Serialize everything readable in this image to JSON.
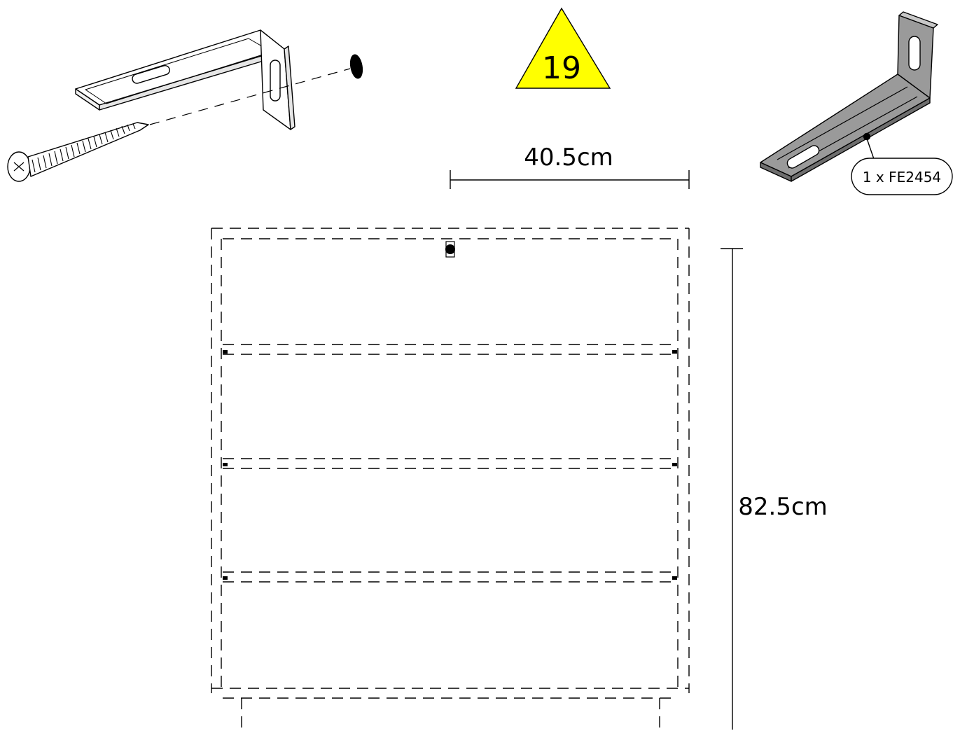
{
  "step": {
    "number": "19",
    "badge_color": "#ffff00"
  },
  "part": {
    "label": "1 x FE2454",
    "fill": "#9a9a9a"
  },
  "dimensions": {
    "width": "40.5cm",
    "height": "82.5cm"
  },
  "icons": {
    "bracket": "l-bracket-icon",
    "screw": "screw-icon",
    "plug": "wall-plug-icon"
  }
}
